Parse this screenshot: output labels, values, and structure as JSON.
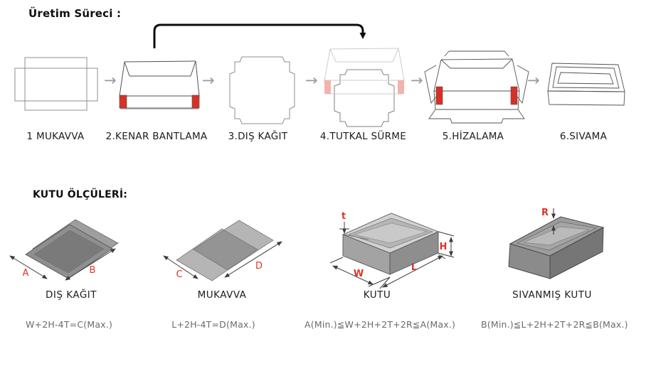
{
  "titles": {
    "process": "Üretim Süreci :",
    "dimensions": "KUTU ÖLÇÜLERİ:"
  },
  "process": {
    "arrow_glyph": "→",
    "steps": [
      {
        "label": "1 MUKAVVA"
      },
      {
        "label": "2.KENAR BANTLAMA"
      },
      {
        "label": "3.DIŞ KAĞIT"
      },
      {
        "label": "4.TUTKAL SÜRME"
      },
      {
        "label": "5.HİZALAMA"
      },
      {
        "label": "6.SIVAMA"
      }
    ]
  },
  "dimensions": {
    "items": [
      {
        "label": "DIŞ KAĞIT",
        "formula": "W+2H-4T=C(Max.)",
        "dims": {
          "a": "A",
          "b": "B"
        }
      },
      {
        "label": "MUKAVVA",
        "formula": "L+2H-4T=D(Max.)",
        "dims": {
          "c": "C",
          "d": "D"
        }
      },
      {
        "label": "KUTU",
        "formula": "A(Min.)≦W+2H+2T+2R≦A(Max.)",
        "dims": {
          "t": "t",
          "h": "H",
          "w": "W",
          "l": "L"
        }
      },
      {
        "label": "SIVANMIŞ KUTU",
        "formula": "B(Min.)≦L+2H+2T+2R≦B(Max.)",
        "dims": {
          "r": "R"
        }
      }
    ]
  },
  "colors": {
    "tape_red": "#d93025",
    "tape_pink": "#f2b2ad",
    "dim_label_red": "#e03428",
    "line_gray": "#8f8f8f",
    "line_dark": "#555555",
    "flow_arrow_black": "#0b0b0b"
  }
}
